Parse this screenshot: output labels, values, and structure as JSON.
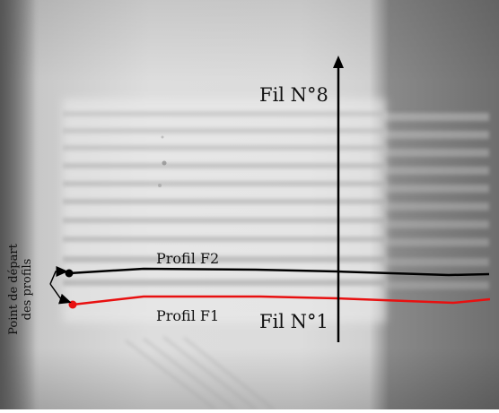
{
  "annotations": {
    "wire_top": "Fil N°8",
    "wire_bottom": "Fil N°1",
    "profile_black": "Profil F2",
    "profile_red": "Profil F1",
    "start_point_line1": "Point de départ",
    "start_point_line2": "des profils"
  },
  "colors": {
    "profile_f2": "#000000",
    "profile_f1": "#e81010",
    "axis": "#000000"
  }
}
